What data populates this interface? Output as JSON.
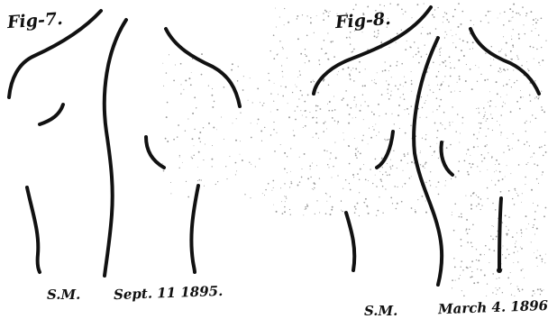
{
  "figures": [
    {
      "label": "Fig-7.",
      "initials": "S.M.",
      "date": "Sept. 11 1895."
    },
    {
      "label": "Fig-8.",
      "initials": "S.M.",
      "date": "March 4. 1896."
    }
  ],
  "colors": {
    "ink": "#111111",
    "stipple": "#9a9a9a",
    "paper": "#ffffff"
  }
}
